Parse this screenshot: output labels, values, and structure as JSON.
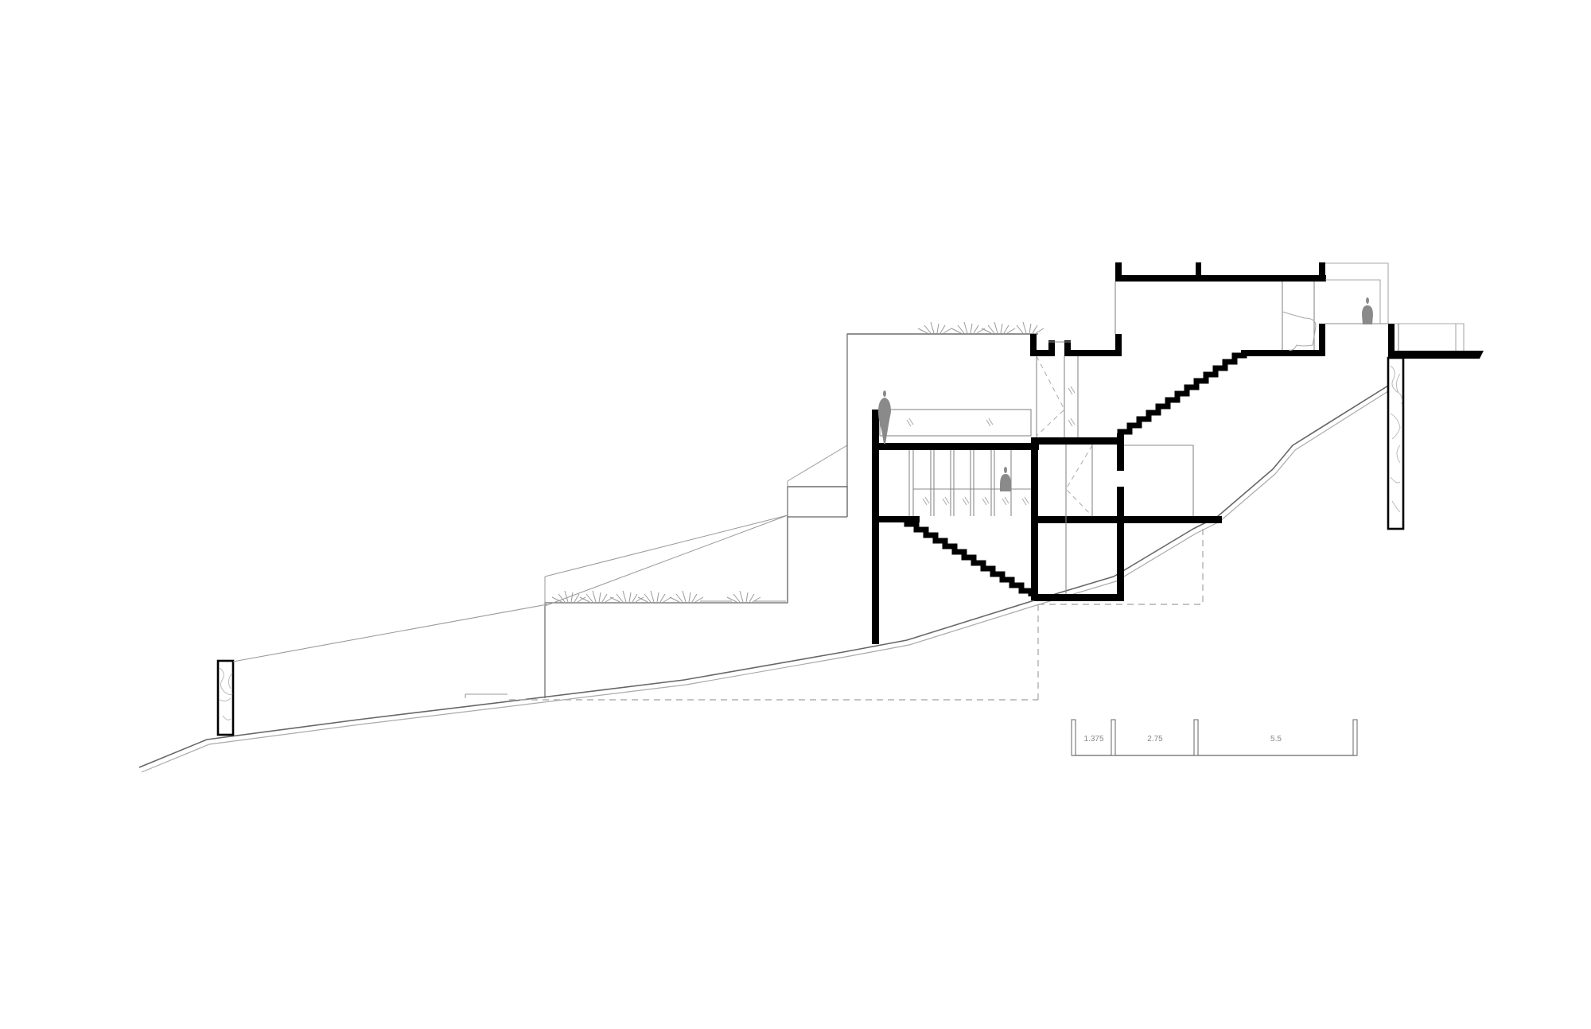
{
  "drawing": {
    "type": "architectural-section",
    "background": "#ffffff",
    "colors": {
      "cut": "#000000",
      "outline": "#555555",
      "light": "#999999",
      "hidden": "#aaaaaa",
      "figure": "#888888"
    }
  },
  "scale_bar": {
    "labels": [
      "1.375",
      "2.75",
      "5.5"
    ]
  }
}
